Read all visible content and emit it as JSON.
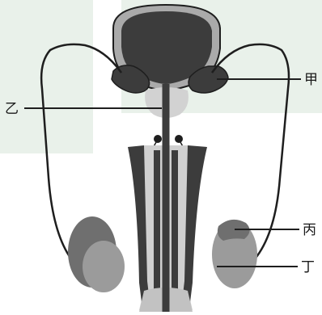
{
  "labels": {
    "jia": "甲",
    "yi": "乙",
    "bing": "丙",
    "ding": "丁"
  },
  "colors": {
    "background_tint": "#e9f1ea",
    "dark_organ": "#3c3c3c",
    "mid_organ": "#6f6f6f",
    "light_organ": "#9b9b9b",
    "pale_organ": "#d0d0d0",
    "outline": "#1e1e1e"
  }
}
